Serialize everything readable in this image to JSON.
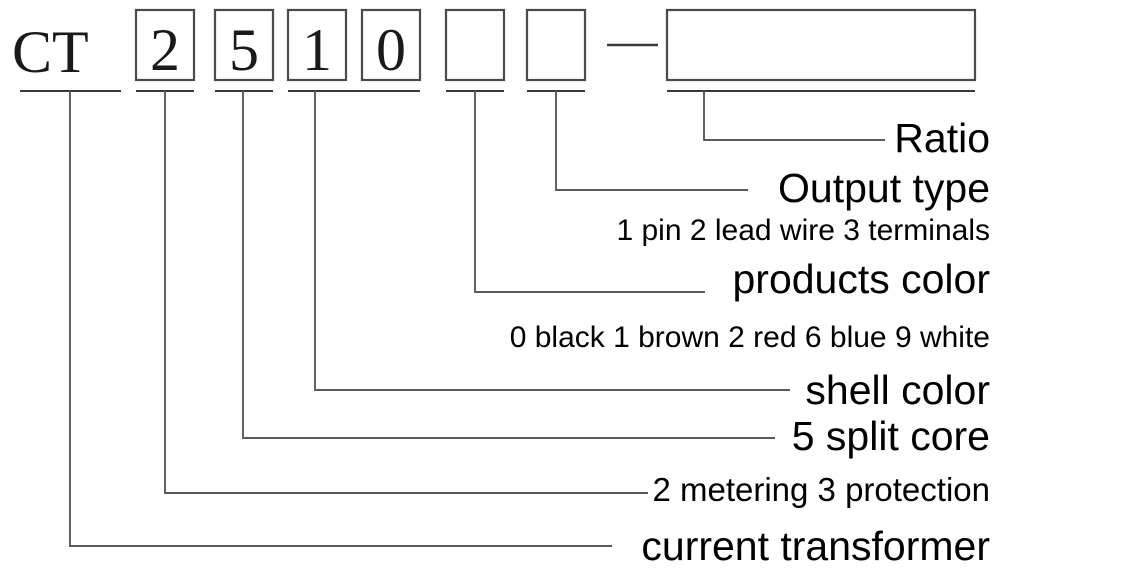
{
  "diagram": {
    "title_code": "CT2510",
    "code_prefix": "CT",
    "boxes": [
      {
        "name": "prefix",
        "value": "CT",
        "filled": true
      },
      {
        "name": "type-digit",
        "value": "2",
        "filled": true
      },
      {
        "name": "core-digit",
        "value": "5",
        "filled": true
      },
      {
        "name": "shell-color-digit-1",
        "value": "1",
        "filled": true
      },
      {
        "name": "shell-color-digit-2",
        "value": "0",
        "filled": true
      },
      {
        "name": "products-color-digit",
        "value": "",
        "filled": false
      },
      {
        "name": "output-type-digit",
        "value": "",
        "filled": false
      },
      {
        "name": "ratio-field",
        "value": "",
        "filled": false
      }
    ],
    "separator": "—",
    "callouts": [
      {
        "id": "ratio",
        "label": "Ratio",
        "note": "",
        "size": "big"
      },
      {
        "id": "output-type",
        "label": "Output type",
        "note": "1 pin 2 lead wire 3 terminals",
        "size": "big"
      },
      {
        "id": "products-color",
        "label": "products color",
        "note": "0 black 1 brown 2 red 6 blue 9 white",
        "size": "big"
      },
      {
        "id": "shell-color",
        "label": "shell color",
        "note": "",
        "size": "big"
      },
      {
        "id": "split-core",
        "label": "5 split core",
        "note": "",
        "size": "big"
      },
      {
        "id": "metering-protection",
        "label": "2 metering   3 protection",
        "note": "",
        "size": "mid"
      },
      {
        "id": "current-transformer",
        "label": "current transformer",
        "note": "",
        "size": "big"
      }
    ],
    "colors": {
      "ink": "#000000",
      "rule": "#3a3a3a",
      "leader": "#5a5a5a",
      "box_stroke": "#4a4a4a",
      "background": "#ffffff"
    }
  }
}
